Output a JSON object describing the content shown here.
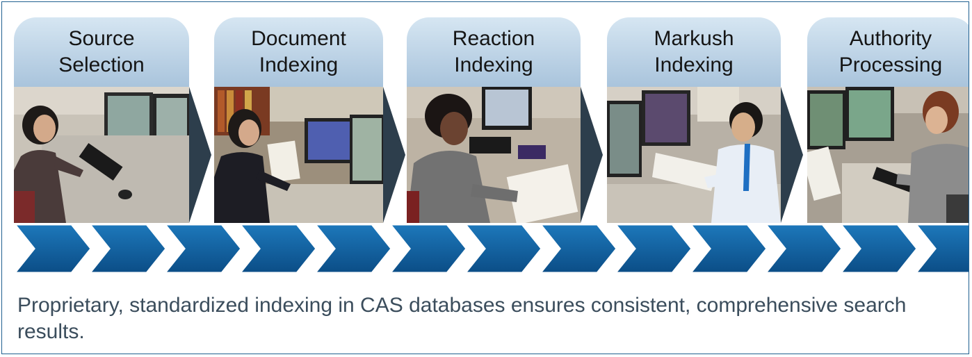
{
  "stages": [
    {
      "title_line1": "Source",
      "title_line2": "Selection",
      "photo": "analyst-at-dual-monitors"
    },
    {
      "title_line1": "Document",
      "title_line2": "Indexing",
      "photo": "analyst-reviewing-document"
    },
    {
      "title_line1": "Reaction",
      "title_line2": "Indexing",
      "photo": "analyst-reading-papers"
    },
    {
      "title_line1": "Markush",
      "title_line2": "Indexing",
      "photo": "analyst-holding-papers"
    },
    {
      "title_line1": "Authority",
      "title_line2": "Processing",
      "photo": "analyst-typing-at-monitors"
    }
  ],
  "caption": "Proprietary, standardized indexing in CAS databases ensures consistent, comprehensive search results.",
  "colors": {
    "header_gradient_top": "#d6e6f2",
    "header_gradient_bottom": "#a9c4dc",
    "connector_arrow": "#2d3e4c",
    "chevron_light": "#1d78bb",
    "chevron_dark": "#0b4d86",
    "caption_text": "#3b4d5c",
    "frame_border": "#1f5f8f"
  }
}
